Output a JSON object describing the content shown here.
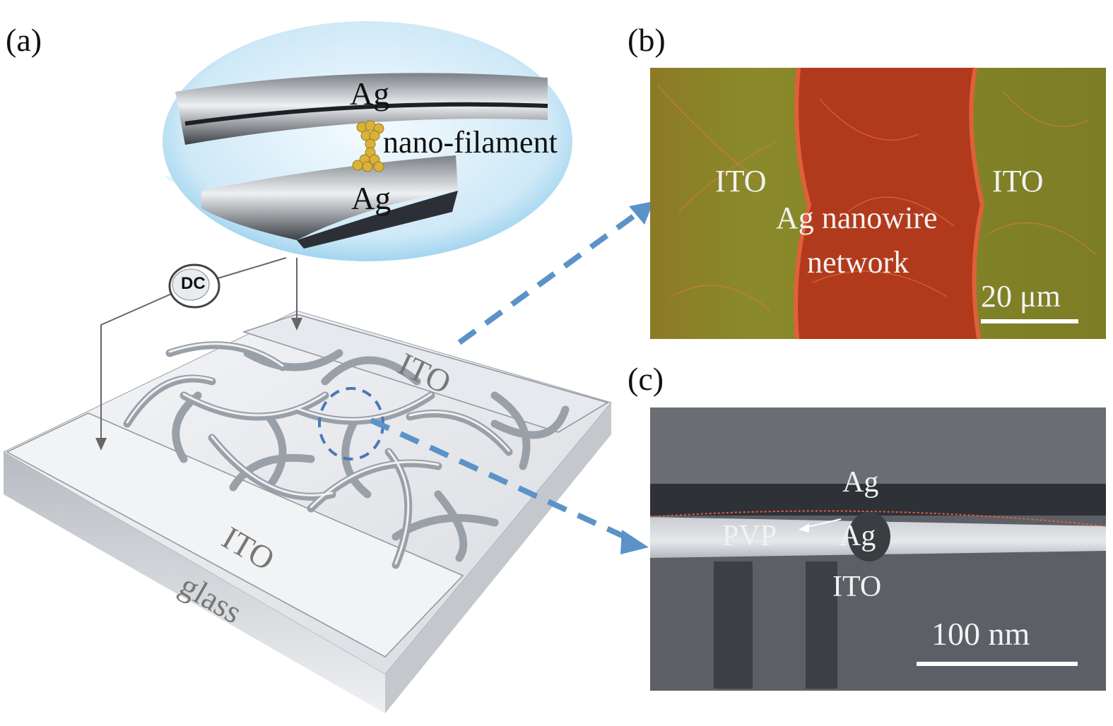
{
  "panels": {
    "a": {
      "label": "(a)",
      "inset": {
        "top_electrode": "Ag",
        "filament": "nano-filament",
        "bottom_electrode": "Ag"
      },
      "source": "DC",
      "top_electrode": "ITO",
      "bottom_electrode": "ITO",
      "substrate": "glass"
    },
    "b": {
      "label": "(b)",
      "left_region": "ITO",
      "right_region": "ITO",
      "center_line1": "Ag nanowire",
      "center_line2": "network",
      "scale_bar": "20 μm"
    },
    "c": {
      "label": "(c)",
      "ag_top": "Ag",
      "pvp": "PVP",
      "ag_bottom": "Ag",
      "ito": "ITO",
      "scale_bar": "100 nm"
    }
  },
  "colors": {
    "micrograph_b_ito": "#8a8226",
    "micrograph_b_channel": "#b23a1c",
    "micrograph_c_bg": "#5c6066",
    "arrow": "#5b93c9",
    "filament": "#d8b23a"
  }
}
